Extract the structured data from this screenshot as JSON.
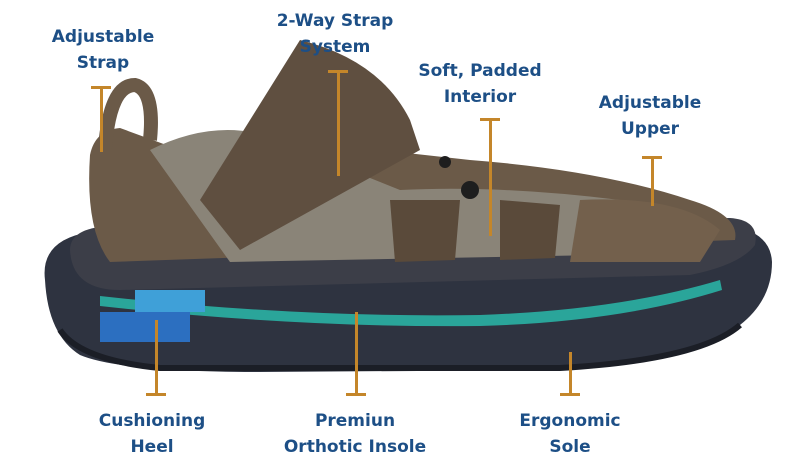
{
  "callouts": {
    "adjustable_strap": {
      "line1": "Adjustable",
      "line2": "Strap"
    },
    "two_way_strap": {
      "line1": "2-Way Strap",
      "line2": "System"
    },
    "padded_interior": {
      "line1": "Soft, Padded",
      "line2": "Interior"
    },
    "adjustable_upper": {
      "line1": "Adjustable",
      "line2": "Upper"
    },
    "cushioning_heel": {
      "line1": "Cushioning",
      "line2": "Heel"
    },
    "orthotic_insole": {
      "line1": "Premiun",
      "line2": "Orthotic Insole"
    },
    "ergonomic_sole": {
      "line1": "Ergonomic",
      "line2": "Sole"
    }
  },
  "colors": {
    "label": "#1d4f86",
    "line": "#c4862a",
    "sole": "#2e3340",
    "upper": "#6b5a48",
    "mesh": "#8a8478",
    "insole": "#2aa59a",
    "heel_gel": "#3a7fd0"
  }
}
